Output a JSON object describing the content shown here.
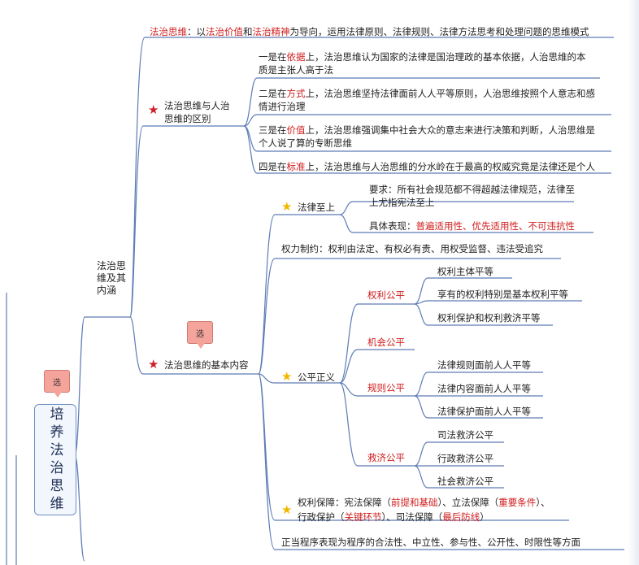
{
  "root": {
    "label": "培养法治思维",
    "callout": "选"
  },
  "branch_main": {
    "label": "法治思维及其内涵"
  },
  "definition": {
    "term": "法治思维",
    "sep": "：以",
    "value1": "法治价值",
    "and": "和",
    "value2": "法治精神",
    "rest": "为导向，运用法律原则、法律规则、法律方法思考和处理问题的思维模式"
  },
  "difference": {
    "label": "法治思维与人治思维的区别",
    "items": [
      {
        "pre": "一是在",
        "key": "依据",
        "post": "上，法治思维认为国家的法律是国治理政的基本依据，人治思维的本质是主张人高于法"
      },
      {
        "pre": "二是在",
        "key": "方式",
        "post": "上，法治思维坚持法律面前人人平等原则，人治思维按照个人意志和感情进行治理"
      },
      {
        "pre": "三是在",
        "key": "价值",
        "post": "上，法治思维强调集中社会大众的意志来进行决策和判断，人治思维是个人说了算的专断思维"
      },
      {
        "pre": "四是在",
        "key": "标准",
        "post": "上，法治思维与人治思维的分水岭在于最高的权威究竟是法律还是个人"
      }
    ]
  },
  "content": {
    "label": "法治思维的基本内容",
    "callout": "选",
    "law_supreme": {
      "label": "法律至上",
      "requirement": "要求：所有社会规范都不得超越法律规范，法律至上尤指宪法至上",
      "manifest_prefix": "具体表现：",
      "manifest": "普遍适用性、优先适用性、不可违抗性"
    },
    "power_limit": "权力制约：权利由法定、有权必有责、用权受监督、违法受追究",
    "fairness": {
      "label": "公平正义",
      "groups": [
        {
          "label": "权利公平",
          "items": [
            "权利主体平等",
            "享有的权利特别是基本权利平等",
            "权利保护和权利救济平等"
          ]
        },
        {
          "label": "机会公平",
          "items": []
        },
        {
          "label": "规则公平",
          "items": [
            "法律规则面前人人平等",
            "法律内容面前人人平等",
            "法律保护面前人人平等"
          ]
        },
        {
          "label": "救济公平",
          "items": [
            "司法救济公平",
            "行政救济公平",
            "社会救济公平"
          ]
        }
      ]
    },
    "rights": {
      "line1_a": "权利保障：宪法保障（",
      "line1_b": "前提和基础",
      "line1_c": "）、立法保障（",
      "line1_d": "重要条件",
      "line1_e": "）、",
      "line2_a": "行政保护（",
      "line2_b": "关键环节",
      "line2_c": "）、司法保障（",
      "line2_d": "最后防线",
      "line2_e": "）"
    },
    "procedure": "正当程序表现为程序的合法性、中立性、参与性、公开性、时限性等方面"
  },
  "colors": {
    "line": "#5d7bb5",
    "accent": "#d01c1c",
    "star_red": "#cc1f2c",
    "star_gold": "#f2b800"
  }
}
